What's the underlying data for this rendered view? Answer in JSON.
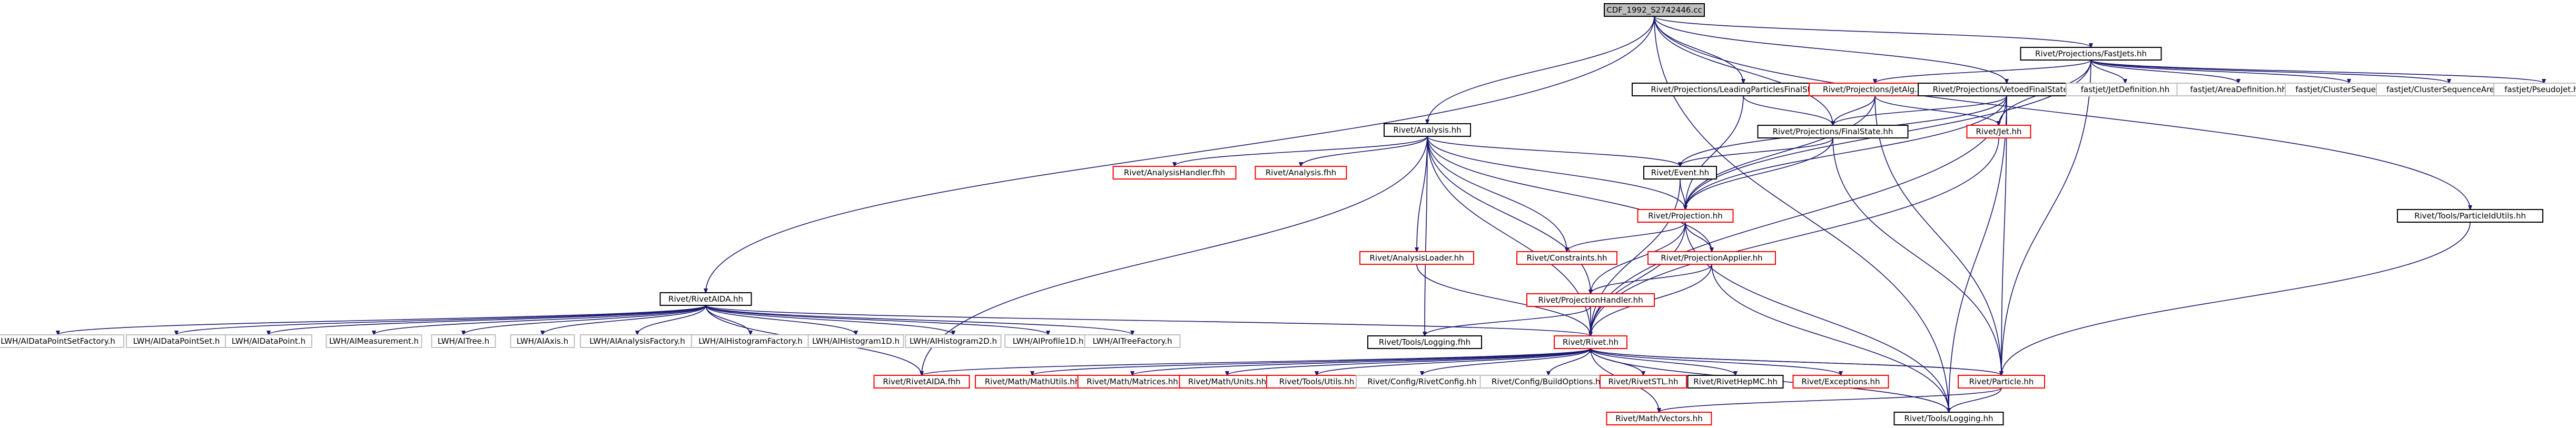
{
  "graph": {
    "title": "CDF_1992_S2742446.cc",
    "colors": {
      "edge": "#191970",
      "root_fill": "#bfbfbf",
      "documented_border": "#000000",
      "undocumented_border": "#ff0000",
      "external_border": "#bfbfbf"
    },
    "nodes": [
      {
        "id": "root",
        "label": "CDF_1992_S2742446.cc",
        "kind": "root"
      },
      {
        "id": "fastjets",
        "label": "Rivet/Projections/FastJets.hh",
        "kind": "doc"
      },
      {
        "id": "leadingparticles",
        "label": "Rivet/Projections/LeadingParticlesFinalState.hh",
        "kind": "doc"
      },
      {
        "id": "jetalg",
        "label": "Rivet/Projections/JetAlg.hh",
        "kind": "undoc"
      },
      {
        "id": "vetoedfs",
        "label": "Rivet/Projections/VetoedFinalState.hh",
        "kind": "doc"
      },
      {
        "id": "jetdef",
        "label": "fastjet/JetDefinition.hh",
        "kind": "ext"
      },
      {
        "id": "areadef",
        "label": "fastjet/AreaDefinition.hh",
        "kind": "ext"
      },
      {
        "id": "clusterseq",
        "label": "fastjet/ClusterSequence.hh",
        "kind": "ext"
      },
      {
        "id": "clusterseqarea",
        "label": "fastjet/ClusterSequenceArea.hh",
        "kind": "ext"
      },
      {
        "id": "pseudojet",
        "label": "fastjet/PseudoJet.hh",
        "kind": "ext"
      },
      {
        "id": "analysis",
        "label": "Rivet/Analysis.hh",
        "kind": "doc"
      },
      {
        "id": "finalstate",
        "label": "Rivet/Projections/FinalState.hh",
        "kind": "doc"
      },
      {
        "id": "jet",
        "label": "Rivet/Jet.hh",
        "kind": "undoc"
      },
      {
        "id": "analysishandlerfhh",
        "label": "Rivet/AnalysisHandler.fhh",
        "kind": "undoc"
      },
      {
        "id": "analysisfhh",
        "label": "Rivet/Analysis.fhh",
        "kind": "undoc"
      },
      {
        "id": "event",
        "label": "Rivet/Event.hh",
        "kind": "doc"
      },
      {
        "id": "projection",
        "label": "Rivet/Projection.hh",
        "kind": "undoc"
      },
      {
        "id": "analysisloader",
        "label": "Rivet/AnalysisLoader.hh",
        "kind": "undoc"
      },
      {
        "id": "particleidutils",
        "label": "Rivet/Tools/ParticleIdUtils.hh",
        "kind": "doc"
      },
      {
        "id": "constraints",
        "label": "Rivet/Constraints.hh",
        "kind": "undoc"
      },
      {
        "id": "projectionapplier",
        "label": "Rivet/ProjectionApplier.hh",
        "kind": "undoc"
      },
      {
        "id": "rivetaida",
        "label": "Rivet/RivetAIDA.hh",
        "kind": "doc"
      },
      {
        "id": "projectionhandler",
        "label": "Rivet/ProjectionHandler.hh",
        "kind": "undoc"
      },
      {
        "id": "dpsfactory",
        "label": "LWH/AIDataPointSetFactory.h",
        "kind": "ext"
      },
      {
        "id": "dpset",
        "label": "LWH/AIDataPointSet.h",
        "kind": "ext"
      },
      {
        "id": "dpoint",
        "label": "LWH/AIDataPoint.h",
        "kind": "ext"
      },
      {
        "id": "measurement",
        "label": "LWH/AIMeasurement.h",
        "kind": "ext"
      },
      {
        "id": "tree",
        "label": "LWH/AITree.h",
        "kind": "ext"
      },
      {
        "id": "axis",
        "label": "LWH/AIAxis.h",
        "kind": "ext"
      },
      {
        "id": "anafactory",
        "label": "LWH/AIAnalysisFactory.h",
        "kind": "ext"
      },
      {
        "id": "histofactory",
        "label": "LWH/AIHistogramFactory.h",
        "kind": "ext"
      },
      {
        "id": "histo1d",
        "label": "LWH/AIHistogram1D.h",
        "kind": "ext"
      },
      {
        "id": "histo2d",
        "label": "LWH/AIHistogram2D.h",
        "kind": "ext"
      },
      {
        "id": "profile1d",
        "label": "LWH/AIProfile1D.h",
        "kind": "ext"
      },
      {
        "id": "treefactory",
        "label": "LWH/AITreeFactory.h",
        "kind": "ext"
      },
      {
        "id": "loggingfhh",
        "label": "Rivet/Tools/Logging.fhh",
        "kind": "doc"
      },
      {
        "id": "rivethh",
        "label": "Rivet/Rivet.hh",
        "kind": "undoc"
      },
      {
        "id": "particle",
        "label": "Rivet/Particle.hh",
        "kind": "undoc"
      },
      {
        "id": "rivetaidafhh",
        "label": "Rivet/RivetAIDA.fhh",
        "kind": "undoc"
      },
      {
        "id": "mathutils",
        "label": "Rivet/Math/MathUtils.hh",
        "kind": "undoc"
      },
      {
        "id": "matrices",
        "label": "Rivet/Math/Matrices.hh",
        "kind": "undoc"
      },
      {
        "id": "units",
        "label": "Rivet/Math/Units.hh",
        "kind": "undoc"
      },
      {
        "id": "toolsutils",
        "label": "Rivet/Tools/Utils.hh",
        "kind": "undoc"
      },
      {
        "id": "rivetconfig",
        "label": "Rivet/Config/RivetConfig.hh",
        "kind": "ext"
      },
      {
        "id": "buildoptions",
        "label": "Rivet/Config/BuildOptions.hh",
        "kind": "ext"
      },
      {
        "id": "rivetstl",
        "label": "Rivet/RivetSTL.hh",
        "kind": "undoc"
      },
      {
        "id": "rivethepmc",
        "label": "Rivet/RivetHepMC.hh",
        "kind": "doc"
      },
      {
        "id": "exceptions",
        "label": "Rivet/Exceptions.hh",
        "kind": "undoc"
      },
      {
        "id": "vectors",
        "label": "Rivet/Math/Vectors.hh",
        "kind": "undoc"
      },
      {
        "id": "logginghh",
        "label": "Rivet/Tools/Logging.hh",
        "kind": "doc"
      }
    ],
    "edges": [
      [
        "root",
        "fastjets"
      ],
      [
        "root",
        "leadingparticles"
      ],
      [
        "root",
        "vetoedfs"
      ],
      [
        "root",
        "analysis"
      ],
      [
        "root",
        "rivetaida"
      ],
      [
        "root",
        "finalstate"
      ],
      [
        "root",
        "particleidutils"
      ],
      [
        "root",
        "logginghh"
      ],
      [
        "fastjets",
        "jetalg"
      ],
      [
        "fastjets",
        "jetdef"
      ],
      [
        "fastjets",
        "areadef"
      ],
      [
        "fastjets",
        "clusterseq"
      ],
      [
        "fastjets",
        "clusterseqarea"
      ],
      [
        "fastjets",
        "pseudojet"
      ],
      [
        "fastjets",
        "jet"
      ],
      [
        "fastjets",
        "particle"
      ],
      [
        "fastjets",
        "projection"
      ],
      [
        "leadingparticles",
        "finalstate"
      ],
      [
        "leadingparticles",
        "projection"
      ],
      [
        "jetalg",
        "finalstate"
      ],
      [
        "jetalg",
        "jet"
      ],
      [
        "jetalg",
        "projection"
      ],
      [
        "jetalg",
        "particle"
      ],
      [
        "vetoedfs",
        "finalstate"
      ],
      [
        "vetoedfs",
        "event"
      ],
      [
        "vetoedfs",
        "projection"
      ],
      [
        "vetoedfs",
        "particle"
      ],
      [
        "vetoedfs",
        "rivethh"
      ],
      [
        "vetoedfs",
        "logginghh"
      ],
      [
        "analysis",
        "analysishandlerfhh"
      ],
      [
        "analysis",
        "analysisfhh"
      ],
      [
        "analysis",
        "event"
      ],
      [
        "analysis",
        "projection"
      ],
      [
        "analysis",
        "analysisloader"
      ],
      [
        "analysis",
        "constraints"
      ],
      [
        "analysis",
        "projectionapplier"
      ],
      [
        "analysis",
        "projectionhandler"
      ],
      [
        "analysis",
        "rivetaidafhh"
      ],
      [
        "analysis",
        "loggingfhh"
      ],
      [
        "analysis",
        "rivethh"
      ],
      [
        "finalstate",
        "event"
      ],
      [
        "finalstate",
        "projection"
      ],
      [
        "finalstate",
        "particle"
      ],
      [
        "jet",
        "rivethh"
      ],
      [
        "event",
        "projection"
      ],
      [
        "event",
        "rivethh"
      ],
      [
        "projection",
        "constraints"
      ],
      [
        "projection",
        "projectionapplier"
      ],
      [
        "projection",
        "projectionhandler"
      ],
      [
        "projection",
        "rivethh"
      ],
      [
        "projection",
        "logginghh"
      ],
      [
        "analysisloader",
        "rivethh"
      ],
      [
        "particleidutils",
        "particle"
      ],
      [
        "projectionapplier",
        "projectionhandler"
      ],
      [
        "projectionapplier",
        "rivethh"
      ],
      [
        "projectionapplier",
        "logginghh"
      ],
      [
        "rivetaida",
        "dpsfactory"
      ],
      [
        "rivetaida",
        "dpset"
      ],
      [
        "rivetaida",
        "dpoint"
      ],
      [
        "rivetaida",
        "measurement"
      ],
      [
        "rivetaida",
        "tree"
      ],
      [
        "rivetaida",
        "axis"
      ],
      [
        "rivetaida",
        "anafactory"
      ],
      [
        "rivetaida",
        "histofactory"
      ],
      [
        "rivetaida",
        "histo1d"
      ],
      [
        "rivetaida",
        "histo2d"
      ],
      [
        "rivetaida",
        "profile1d"
      ],
      [
        "rivetaida",
        "treefactory"
      ],
      [
        "rivetaida",
        "rivethh"
      ],
      [
        "rivetaida",
        "rivetaidafhh"
      ],
      [
        "projectionhandler",
        "loggingfhh"
      ],
      [
        "projectionhandler",
        "rivethh"
      ],
      [
        "rivethh",
        "rivetaidafhh"
      ],
      [
        "rivethh",
        "mathutils"
      ],
      [
        "rivethh",
        "matrices"
      ],
      [
        "rivethh",
        "units"
      ],
      [
        "rivethh",
        "toolsutils"
      ],
      [
        "rivethh",
        "rivetconfig"
      ],
      [
        "rivethh",
        "buildoptions"
      ],
      [
        "rivethh",
        "rivetstl"
      ],
      [
        "rivethh",
        "rivethepmc"
      ],
      [
        "rivethh",
        "exceptions"
      ],
      [
        "rivethh",
        "particle"
      ],
      [
        "rivethh",
        "vectors"
      ],
      [
        "rivethh",
        "logginghh"
      ],
      [
        "particle",
        "rivethh"
      ],
      [
        "particle",
        "vectors"
      ],
      [
        "particle",
        "logginghh"
      ]
    ]
  }
}
